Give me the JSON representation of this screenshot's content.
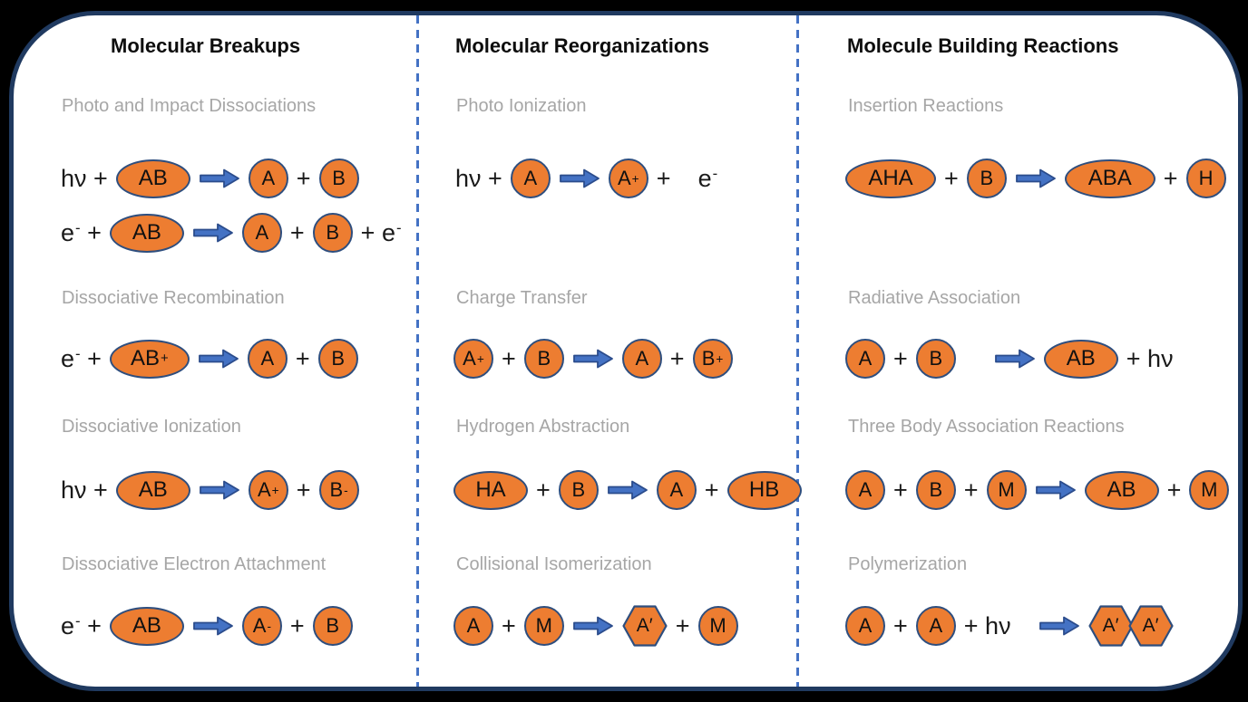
{
  "colors": {
    "background": "#FFFFFF",
    "outer_frame": "#000000",
    "frame_border": "#203A60",
    "divider": "#4472C4",
    "shape_fill": "#ED7D31",
    "shape_stroke": "#2E4E7E",
    "arrow_fill": "#4472C4",
    "arrow_stroke": "#2B4C8C",
    "header_text": "#0D0D0D",
    "section_title_text": "#A6A6A6",
    "equation_text": "#1A1A1A"
  },
  "columns": [
    {
      "title": "Molecular Breakups",
      "sections": [
        {
          "title": "Photo and Impact Dissociations",
          "equations": [
            {
              "tokens": [
                {
                  "t": "text",
                  "v": "hν +"
                },
                {
                  "t": "ellipse",
                  "v": "AB"
                },
                {
                  "t": "arrow"
                },
                {
                  "t": "circle",
                  "v": "A"
                },
                {
                  "t": "text",
                  "v": "+"
                },
                {
                  "t": "circle",
                  "v": "B"
                }
              ]
            },
            {
              "tokens": [
                {
                  "t": "text",
                  "v": "e⁻ +"
                },
                {
                  "t": "ellipse",
                  "v": "AB"
                },
                {
                  "t": "arrow"
                },
                {
                  "t": "circle",
                  "v": "A"
                },
                {
                  "t": "text",
                  "v": "+"
                },
                {
                  "t": "circle",
                  "v": "B"
                },
                {
                  "t": "text",
                  "v": "+ e⁻"
                }
              ]
            }
          ]
        },
        {
          "title": "Dissociative Recombination",
          "equations": [
            {
              "tokens": [
                {
                  "t": "text",
                  "v": "e⁻ +"
                },
                {
                  "t": "ellipse",
                  "v": "AB⁺"
                },
                {
                  "t": "arrow"
                },
                {
                  "t": "circle",
                  "v": "A"
                },
                {
                  "t": "text",
                  "v": "+"
                },
                {
                  "t": "circle",
                  "v": "B"
                }
              ]
            }
          ]
        },
        {
          "title": "Dissociative Ionization",
          "equations": [
            {
              "tokens": [
                {
                  "t": "text",
                  "v": "hν +"
                },
                {
                  "t": "ellipse",
                  "v": "AB"
                },
                {
                  "t": "arrow"
                },
                {
                  "t": "circle",
                  "v": "A⁺"
                },
                {
                  "t": "text",
                  "v": "+"
                },
                {
                  "t": "circle",
                  "v": "B⁻"
                }
              ]
            }
          ]
        },
        {
          "title": "Dissociative Electron Attachment",
          "equations": [
            {
              "tokens": [
                {
                  "t": "text",
                  "v": "e⁻ +"
                },
                {
                  "t": "ellipse",
                  "v": "AB"
                },
                {
                  "t": "arrow"
                },
                {
                  "t": "circle",
                  "v": "A⁻"
                },
                {
                  "t": "text",
                  "v": "+"
                },
                {
                  "t": "circle",
                  "v": "B"
                }
              ]
            }
          ]
        }
      ]
    },
    {
      "title": "Molecular Reorganizations",
      "sections": [
        {
          "title": "Photo Ionization",
          "equations": [
            {
              "tokens": [
                {
                  "t": "text",
                  "v": "hν +"
                },
                {
                  "t": "circle",
                  "v": "A"
                },
                {
                  "t": "arrow"
                },
                {
                  "t": "circle",
                  "v": "A⁺"
                },
                {
                  "t": "text",
                  "v": "+"
                },
                {
                  "t": "gap",
                  "w": 12
                },
                {
                  "t": "text",
                  "v": "e⁻"
                }
              ]
            }
          ]
        },
        {
          "title": "Charge Transfer",
          "equations": [
            {
              "tokens": [
                {
                  "t": "circle",
                  "v": "A⁺"
                },
                {
                  "t": "text",
                  "v": "+"
                },
                {
                  "t": "circle",
                  "v": "B"
                },
                {
                  "t": "arrow"
                },
                {
                  "t": "circle",
                  "v": "A"
                },
                {
                  "t": "text",
                  "v": "+"
                },
                {
                  "t": "circle",
                  "v": "B⁺"
                }
              ]
            }
          ]
        },
        {
          "title": "Hydrogen Abstraction",
          "equations": [
            {
              "tokens": [
                {
                  "t": "ellipse",
                  "v": "HA"
                },
                {
                  "t": "text",
                  "v": "+"
                },
                {
                  "t": "circle",
                  "v": "B"
                },
                {
                  "t": "arrow"
                },
                {
                  "t": "circle",
                  "v": "A"
                },
                {
                  "t": "text",
                  "v": "+"
                },
                {
                  "t": "ellipse",
                  "v": "HB"
                }
              ]
            }
          ]
        },
        {
          "title": "Collisional Isomerization",
          "equations": [
            {
              "tokens": [
                {
                  "t": "circle",
                  "v": "A"
                },
                {
                  "t": "text",
                  "v": "+"
                },
                {
                  "t": "circle",
                  "v": "M"
                },
                {
                  "t": "arrow"
                },
                {
                  "t": "hex",
                  "v": "A′"
                },
                {
                  "t": "text",
                  "v": "+"
                },
                {
                  "t": "circle",
                  "v": "M"
                }
              ]
            }
          ]
        }
      ]
    },
    {
      "title": "Molecule Building Reactions",
      "sections": [
        {
          "title": "Insertion Reactions",
          "equations": [
            {
              "tokens": [
                {
                  "t": "ellipse",
                  "v": "AHA"
                },
                {
                  "t": "text",
                  "v": "+"
                },
                {
                  "t": "circle",
                  "v": "B"
                },
                {
                  "t": "arrow"
                },
                {
                  "t": "ellipse",
                  "v": "ABA"
                },
                {
                  "t": "text",
                  "v": "+"
                },
                {
                  "t": "circle",
                  "v": "H"
                }
              ]
            }
          ]
        },
        {
          "title": "Radiative Association",
          "equations": [
            {
              "tokens": [
                {
                  "t": "circle",
                  "v": "A"
                },
                {
                  "t": "text",
                  "v": "+"
                },
                {
                  "t": "circle",
                  "v": "B"
                },
                {
                  "t": "gap",
                  "w": 26
                },
                {
                  "t": "arrow"
                },
                {
                  "t": "ellipse",
                  "v": "AB"
                },
                {
                  "t": "text",
                  "v": "+ hν"
                }
              ]
            }
          ]
        },
        {
          "title": "Three Body Association Reactions",
          "equations": [
            {
              "tokens": [
                {
                  "t": "circle",
                  "v": "A"
                },
                {
                  "t": "text",
                  "v": "+"
                },
                {
                  "t": "circle",
                  "v": "B"
                },
                {
                  "t": "text",
                  "v": "+"
                },
                {
                  "t": "circle",
                  "v": "M"
                },
                {
                  "t": "arrow"
                },
                {
                  "t": "ellipse",
                  "v": "AB"
                },
                {
                  "t": "text",
                  "v": "+"
                },
                {
                  "t": "circle",
                  "v": "M"
                }
              ]
            }
          ]
        },
        {
          "title": "Polymerization",
          "equations": [
            {
              "tokens": [
                {
                  "t": "circle",
                  "v": "A"
                },
                {
                  "t": "text",
                  "v": "+"
                },
                {
                  "t": "circle",
                  "v": "A"
                },
                {
                  "t": "text",
                  "v": "+ hν"
                },
                {
                  "t": "gap",
                  "w": 12
                },
                {
                  "t": "arrow"
                },
                {
                  "t": "hex",
                  "v": "A′"
                },
                {
                  "t": "hex",
                  "v": "A′",
                  "joined": true
                }
              ]
            }
          ]
        }
      ]
    }
  ]
}
